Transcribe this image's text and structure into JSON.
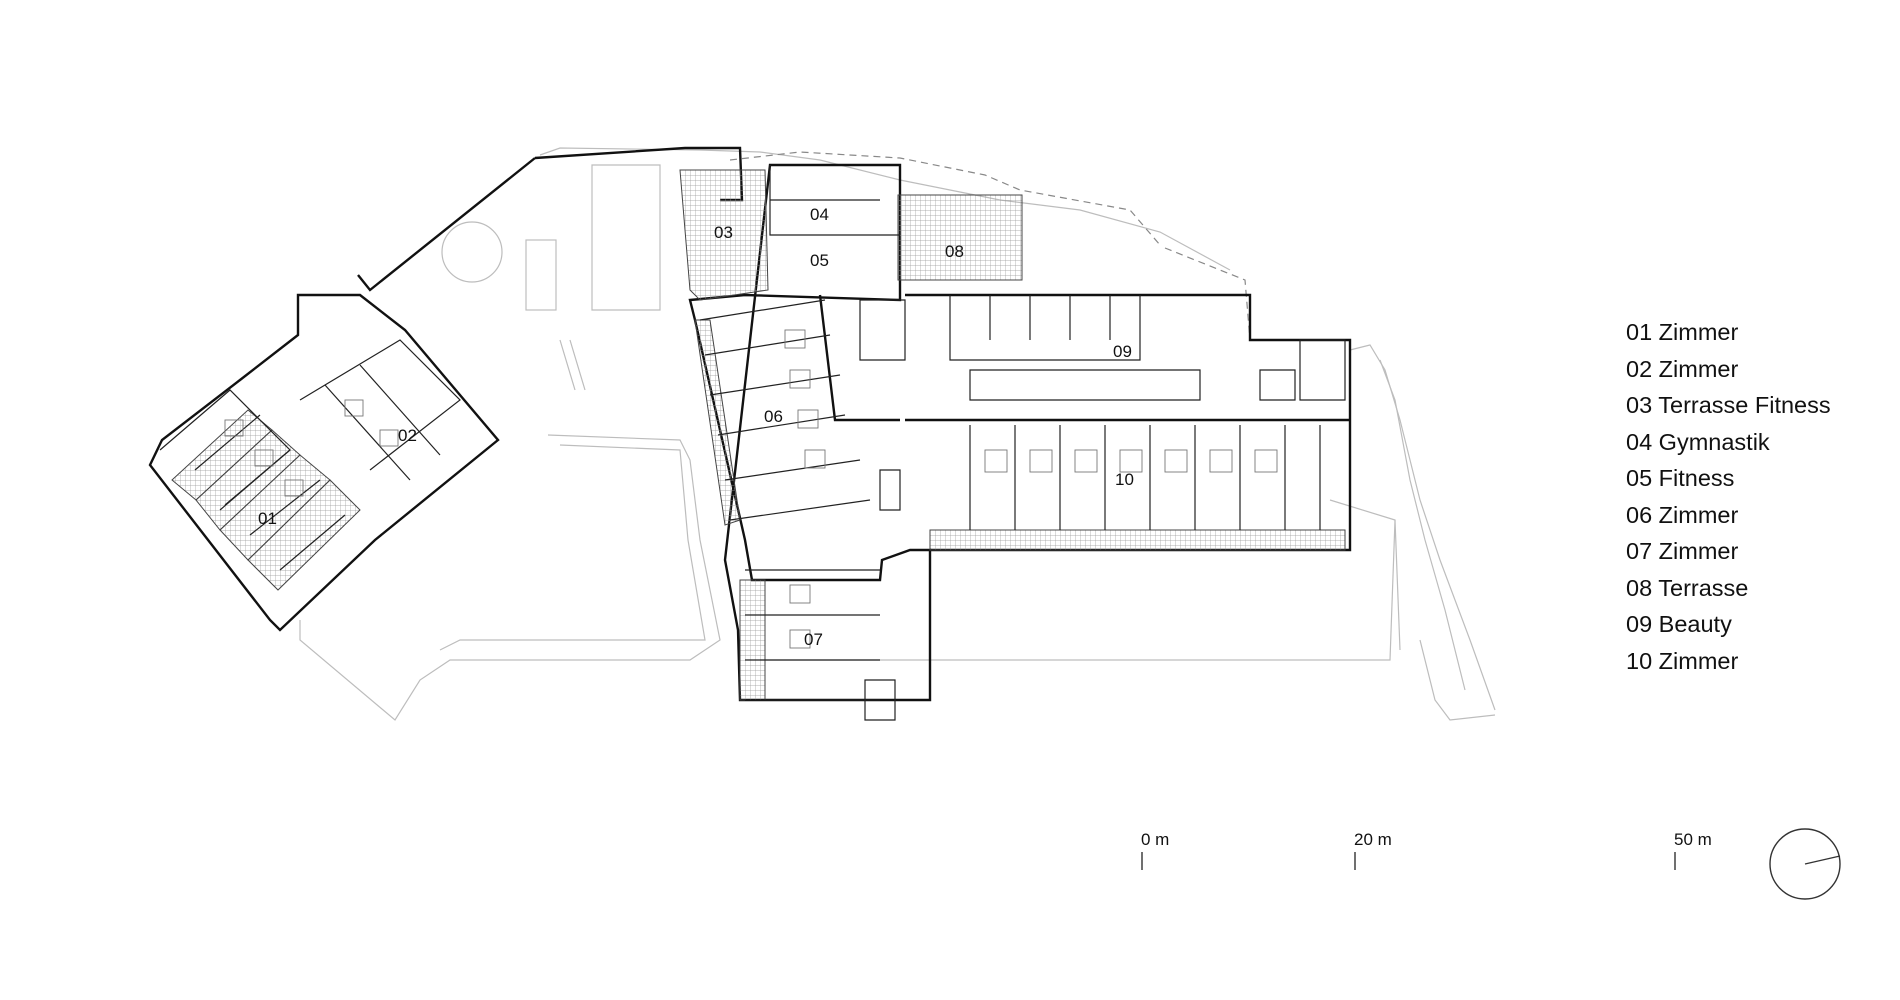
{
  "rooms": [
    {
      "id": "r01",
      "label": "01"
    },
    {
      "id": "r02",
      "label": "02"
    },
    {
      "id": "r03",
      "label": "03"
    },
    {
      "id": "r04",
      "label": "04"
    },
    {
      "id": "r05",
      "label": "05"
    },
    {
      "id": "r06",
      "label": "06"
    },
    {
      "id": "r07",
      "label": "07"
    },
    {
      "id": "r08",
      "label": "08"
    },
    {
      "id": "r09",
      "label": "09"
    },
    {
      "id": "r10",
      "label": "10"
    }
  ],
  "legend": [
    "01 Zimmer",
    "02 Zimmer",
    "03 Terrasse Fitness",
    "04 Gymnastik",
    "05 Fitness",
    "06 Zimmer",
    "07 Zimmer",
    "08 Terrasse",
    "09 Beauty",
    "10 Zimmer"
  ],
  "scale_bar": {
    "ticks": [
      "0 m",
      "20 m",
      "50 m"
    ]
  },
  "icons": {
    "north_arrow": "north-arrow-icon"
  }
}
